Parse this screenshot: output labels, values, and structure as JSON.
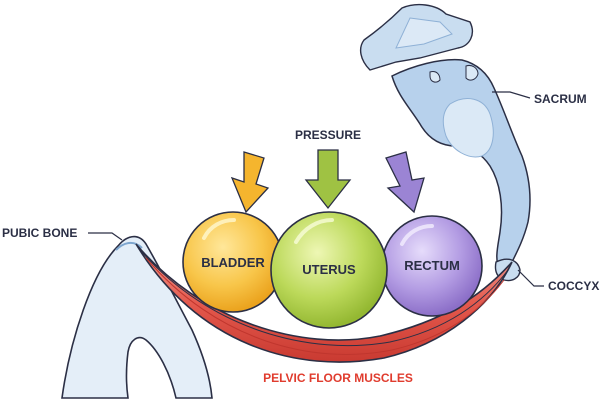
{
  "labels": {
    "pressure": "PRESSURE",
    "pubic_bone": "PUBIC BONE",
    "sacrum": "SACRUM",
    "coccyx": "COCCYX",
    "pelvic_floor": "PELVIC FLOOR MUSCLES"
  },
  "organs": [
    {
      "name": "BLADDER",
      "color": "#f5b52e"
    },
    {
      "name": "UTERUS",
      "color": "#a6c843"
    },
    {
      "name": "RECTUM",
      "color": "#9b7fd0"
    }
  ],
  "colors": {
    "arrow_bladder": "#f5b52e",
    "arrow_uterus": "#9fc243",
    "arrow_rectum": "#9b84d4",
    "muscle": "#e05a4f",
    "muscle_label": "#e03c2e",
    "bone": "#c9ddf0",
    "outline": "#2b2f45"
  }
}
